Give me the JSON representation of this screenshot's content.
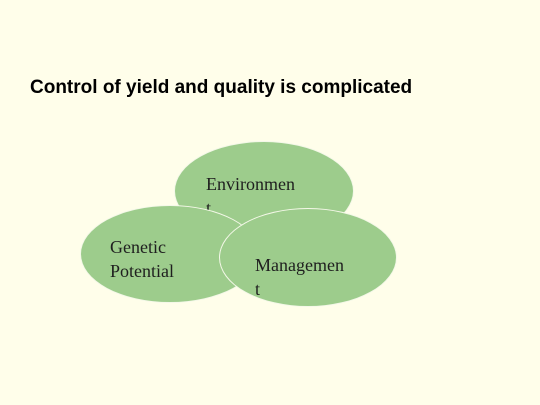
{
  "slide": {
    "title": "Control of yield and quality is complicated"
  },
  "diagram": {
    "circles": {
      "environment": {
        "line1": "Environmen",
        "line2": "t"
      },
      "genetic": {
        "line1": "Genetic",
        "line2": "Potential"
      },
      "management": {
        "line1": "Managemen",
        "line2": "t"
      }
    },
    "fill_color": "#9dcc8c"
  }
}
